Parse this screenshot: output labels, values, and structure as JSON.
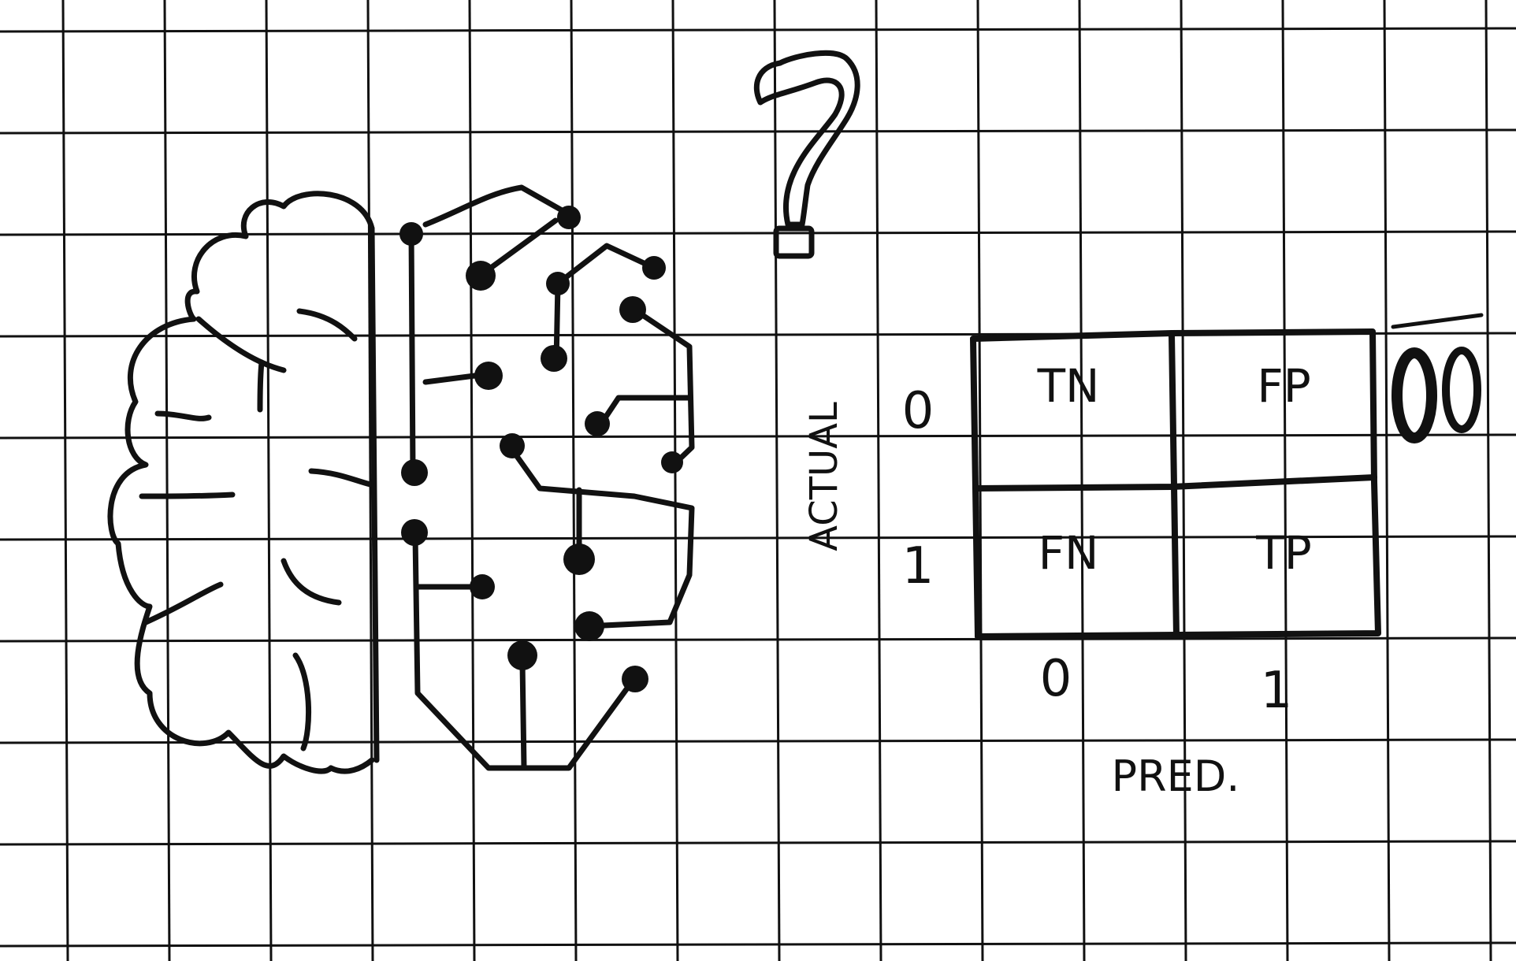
{
  "colors": {
    "paper": "#ffffff",
    "grid": "#111111",
    "ink": "#111111"
  },
  "icons": [
    "brain-circuit-icon",
    "question-mark-icon",
    "eyes-icon"
  ],
  "confusion_matrix": {
    "cells": [
      {
        "label": "TN"
      },
      {
        "label": "FP"
      },
      {
        "label": "FN"
      },
      {
        "label": "TP"
      }
    ],
    "row_labels": [
      "0",
      "1"
    ],
    "col_labels": [
      "0",
      "1"
    ],
    "y_title": "ACTUAL",
    "x_title": "PRED."
  }
}
